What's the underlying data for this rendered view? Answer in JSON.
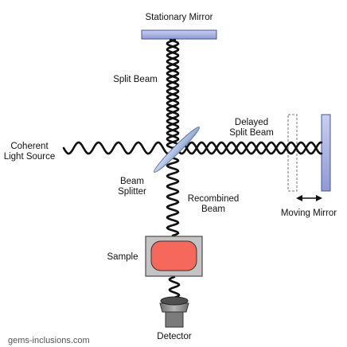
{
  "labels": {
    "stationary_mirror": "Stationary Mirror",
    "split_beam": "Split Beam",
    "delayed_split_beam_line1": "Delayed",
    "delayed_split_beam_line2": "Split Beam",
    "coherent_light_source_line1": "Coherent",
    "coherent_light_source_line2": "Light Source",
    "beam_splitter_line1": "Beam",
    "beam_splitter_line2": "Splitter",
    "recombined_beam_line1": "Recombined",
    "recombined_beam_line2": "Beam",
    "moving_mirror": "Moving Mirror",
    "sample": "Sample",
    "detector": "Detector"
  },
  "watermark": "gems-inclusions.com",
  "colors": {
    "mirror_fill": "#aeb6e6",
    "mirror_stroke": "#4a5590",
    "splitter_fill": "#9eb6de",
    "sample_box_fill": "#c4c4c4",
    "sample_inner_fill": "#f7685c",
    "detector_fill": "#8a8a8a",
    "wave_stroke": "#111111"
  }
}
